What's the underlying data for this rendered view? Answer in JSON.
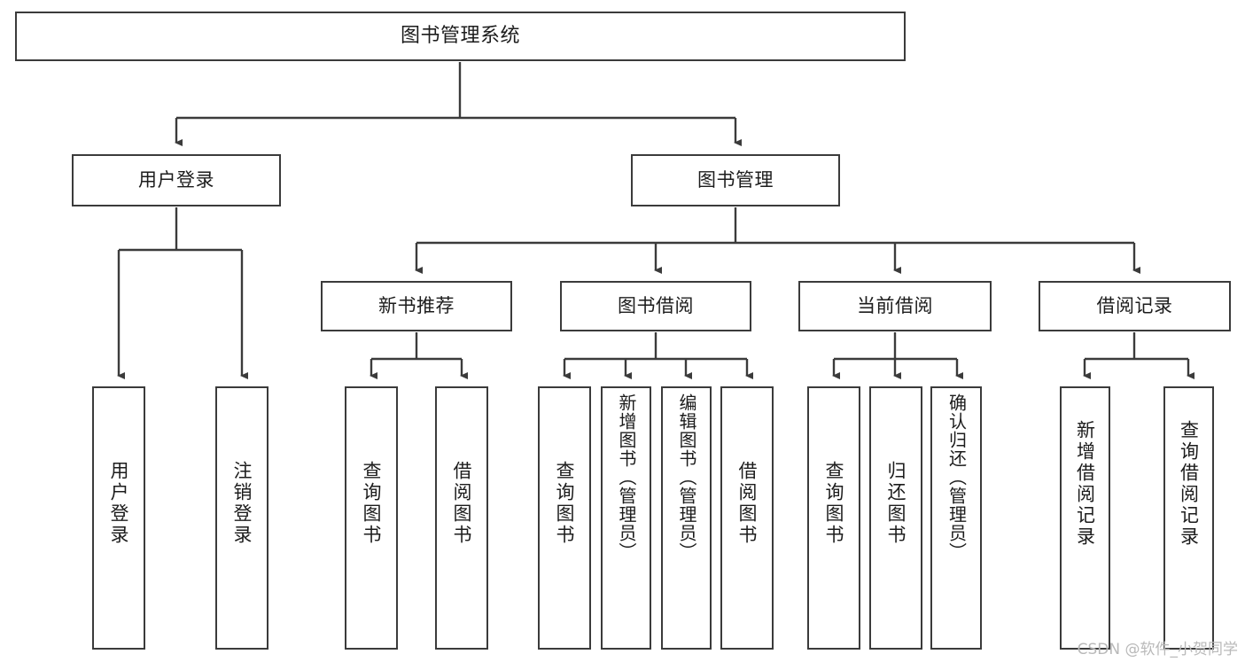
{
  "diagram": {
    "title": "图书管理系统",
    "type": "hierarchical-tree",
    "root": {
      "label": "图书管理系统"
    },
    "tier2": [
      {
        "label": "用户登录"
      },
      {
        "label": "图书管理"
      }
    ],
    "tier3": [
      {
        "label": "新书推荐"
      },
      {
        "label": "图书借阅"
      },
      {
        "label": "当前借阅"
      },
      {
        "label": "借阅记录"
      }
    ],
    "leaves": {
      "user_login": [
        {
          "label": "用户登录"
        },
        {
          "label": "注销登录"
        }
      ],
      "new_book_recommend": [
        {
          "label": "查询图书"
        },
        {
          "label": "借阅图书"
        }
      ],
      "book_borrow": [
        {
          "label": "查询图书"
        },
        {
          "label": "新增图书（管理员）"
        },
        {
          "label": "编辑图书（管理员）"
        },
        {
          "label": "借阅图书"
        }
      ],
      "current_borrow": [
        {
          "label": "查询图书"
        },
        {
          "label": "归还图书"
        },
        {
          "label": "确认归还（管理员）"
        }
      ],
      "borrow_record": [
        {
          "label": "新增借阅记录"
        },
        {
          "label": "查询借阅记录"
        }
      ]
    }
  },
  "watermark": {
    "text": "CSDN @软件_小贺同学"
  },
  "colors": {
    "border": "#3b3b3b",
    "text": "#1c1c1c",
    "background": "#ffffff",
    "watermark": "#b9b9b9"
  }
}
